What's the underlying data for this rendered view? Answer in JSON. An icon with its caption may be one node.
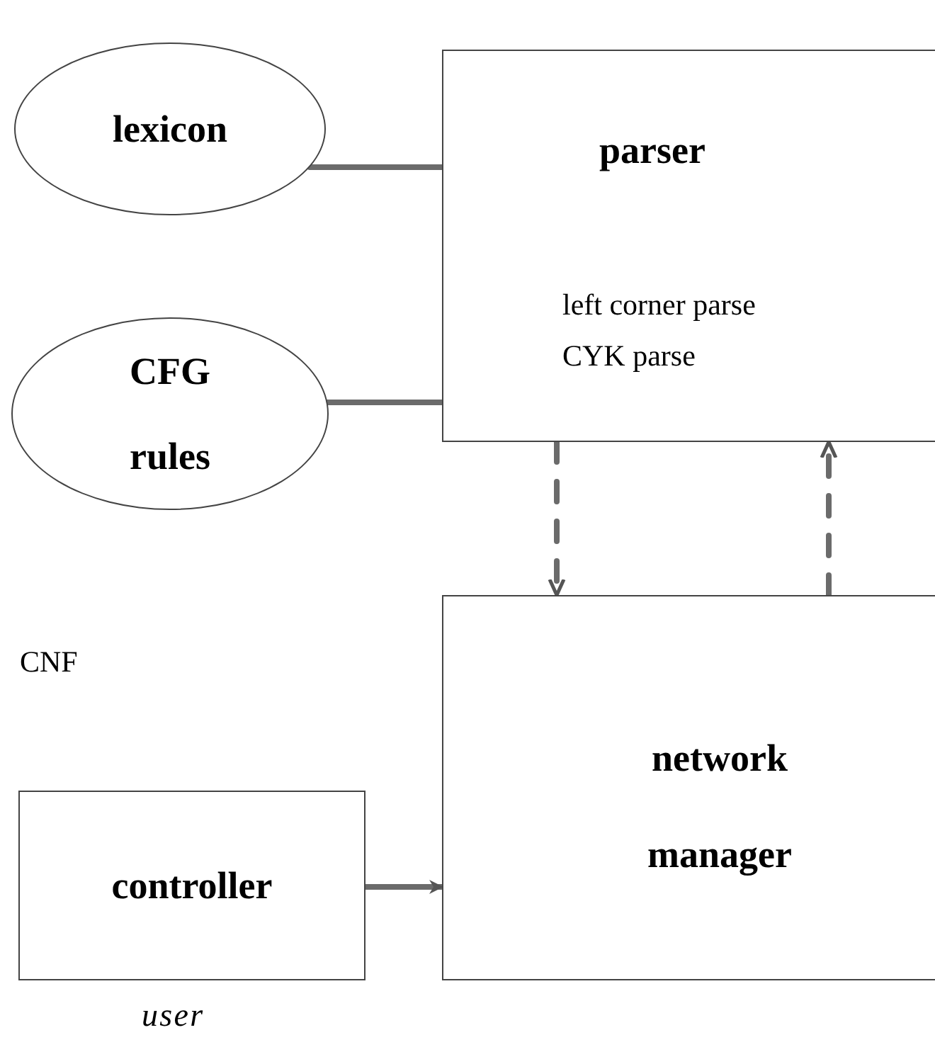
{
  "diagram": {
    "nodes": [
      {
        "text": [
          "lexicon"
        ]
      },
      {
        "text": [
          "CFG rules"
        ]
      },
      {
        "text": [
          "parser",
          "left corner parse",
          "CYK parse"
        ]
      },
      {
        "text": [
          "network manager"
        ]
      },
      {
        "text": [
          "controller"
        ]
      }
    ],
    "edges": [
      {
        "from": 0,
        "to": 2,
        "arrow": "none"
      },
      {
        "from": 1,
        "to": 2,
        "arrow": "none"
      },
      {
        "from": 2,
        "to": 3,
        "arrow": "to",
        "style": "dashed"
      },
      {
        "from": 3,
        "to": 2,
        "arrow": "to",
        "style": "dashed"
      },
      {
        "from": 4,
        "to": 3,
        "arrow": "to"
      }
    ],
    "labels": [
      "CNF",
      "user"
    ]
  }
}
